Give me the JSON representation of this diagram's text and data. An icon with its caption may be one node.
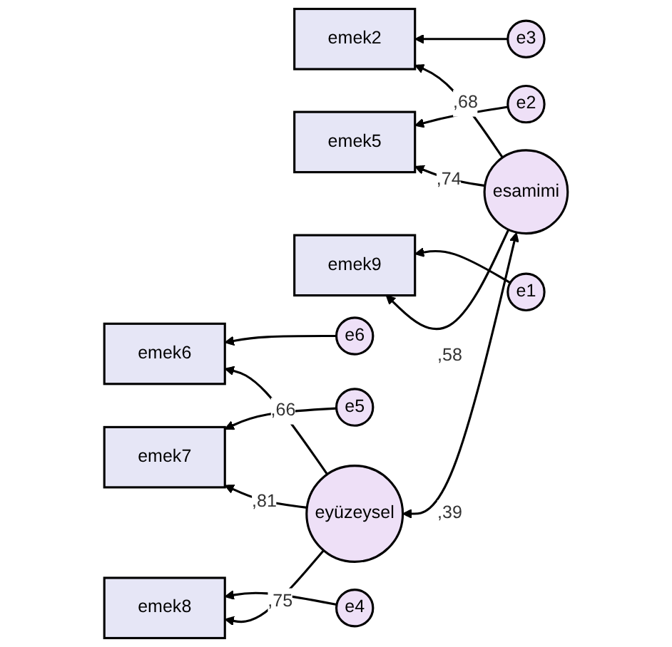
{
  "diagram": {
    "nodes": [
      {
        "text": [
          "e3"
        ]
      },
      {
        "text": [
          "emek2"
        ]
      },
      {
        "text": [
          "e2"
        ]
      },
      {
        "text": [
          "emek5"
        ]
      },
      {
        "text": [
          "e1"
        ]
      },
      {
        "text": [
          "emek9"
        ]
      },
      {
        "text": [
          "esamimi"
        ]
      },
      {
        "text": [
          "e6"
        ]
      },
      {
        "text": [
          "emek6"
        ]
      },
      {
        "text": [
          "e5"
        ]
      },
      {
        "text": [
          "emek7"
        ]
      },
      {
        "text": [
          "e4"
        ]
      },
      {
        "text": [
          "emek8"
        ]
      },
      {
        "text": [
          "eyüzeysel"
        ]
      }
    ],
    "edges": [
      {
        "from": 0,
        "to": 1,
        "arrow": "to"
      },
      {
        "from": 2,
        "to": 3,
        "arrow": "to"
      },
      {
        "from": 4,
        "to": 5,
        "arrow": "to"
      },
      {
        "from": 6,
        "to": 1,
        "arrow": "to",
        "label": ",68"
      },
      {
        "from": 6,
        "to": 3,
        "arrow": "to",
        "label": ",74"
      },
      {
        "from": 6,
        "to": 5,
        "arrow": "to",
        "label": ",58"
      },
      {
        "from": 6,
        "to": 13,
        "arrow": "both",
        "label": ",39"
      },
      {
        "from": 7,
        "to": 8,
        "arrow": "to"
      },
      {
        "from": 9,
        "to": 10,
        "arrow": "to"
      },
      {
        "from": 11,
        "to": 12,
        "arrow": "to"
      },
      {
        "from": 13,
        "to": 8,
        "arrow": "to",
        "label": ",66"
      },
      {
        "from": 13,
        "to": 10,
        "arrow": "to",
        "label": ",81"
      },
      {
        "from": 13,
        "to": 12,
        "arrow": "to",
        "label": ",75"
      }
    ]
  }
}
